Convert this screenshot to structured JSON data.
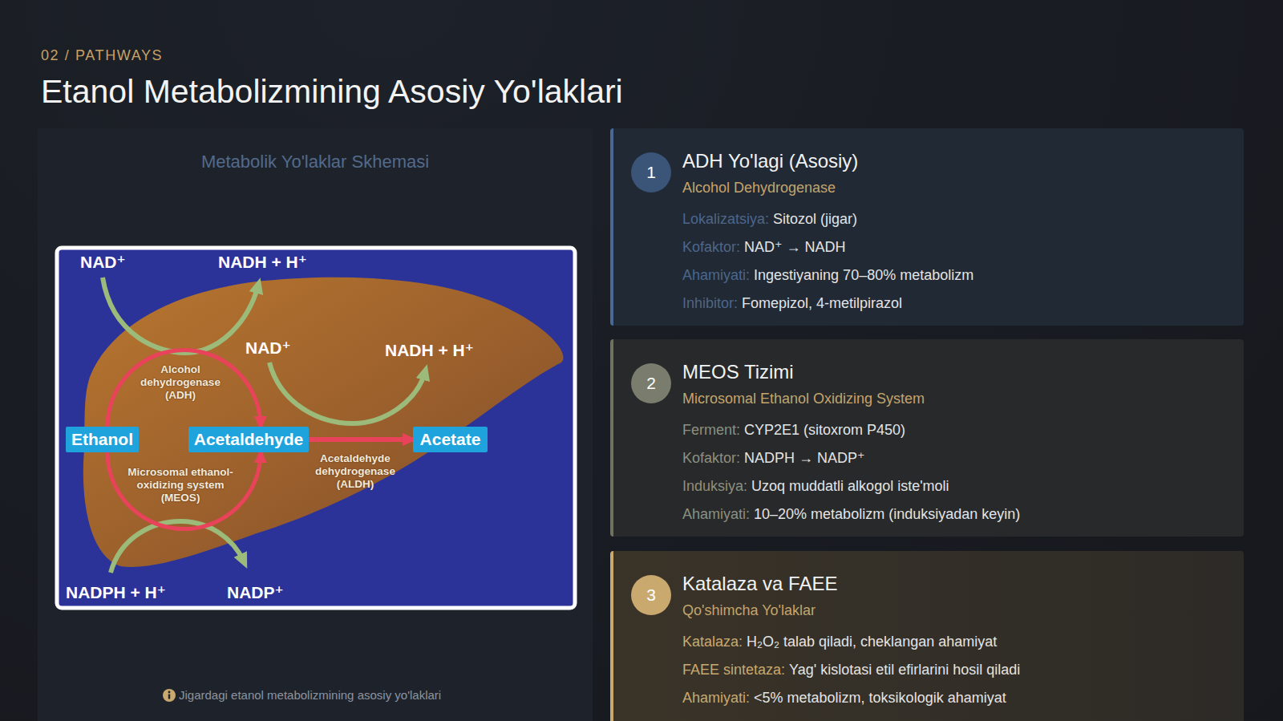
{
  "diagram": {
    "title": "Etanol Metabolizmining Asosiy Yo'laklari",
    "caption": "Jigardagi etanol metabolizmining asosiy yo'laklari",
    "nodes": [
      {
        "text": [
          "Metabolik Yo'laklar Skhemasi"
        ]
      },
      {
        "text": [
          "Ethanol"
        ],
        "in": 0
      },
      {
        "text": [
          "Acetaldehyde"
        ],
        "in": 0
      },
      {
        "text": [
          "Acetate"
        ],
        "in": 0
      },
      {
        "text": [
          "ADH Yo'lagi (Asosiy)",
          "Alcohol Dehydrogenase",
          "Lokalizatsiya:",
          "Sitozol (jigar)",
          "Kofaktor:",
          "NAD⁺ → NADH",
          "Ahamiyati:",
          "Ingestiyaning 70–80% metabolizm",
          "Inhibitor:",
          "Fomepizol, 4-metilpirazol"
        ]
      },
      {
        "text": [
          "1"
        ],
        "in": 4
      },
      {
        "text": [
          "MEOS Tizimi",
          "Microsomal Ethanol Oxidizing System",
          "Ferment:",
          "CYP2E1 (sitoxrom P450)",
          "Kofaktor:",
          "NADPH → NADP⁺",
          "Induksiya:",
          "Uzoq muddatli alkogol iste'moli",
          "Ahamiyati:",
          "10–20% metabolizm (induksiyadan keyin)"
        ]
      },
      {
        "text": [
          "2"
        ],
        "in": 6
      },
      {
        "text": [
          "Katalaza va FAEE",
          "Qo'shimcha Yo'laklar",
          "Katalaza:",
          "H₂O₂ talab qiladi, cheklangan ahamiyat",
          "FAEE sintetaza:",
          "Yag' kislotasi etil efirlarini hosil qiladi",
          "Ahamiyati:",
          "<5% metabolizm, toksikologik ahamiyat"
        ]
      },
      {
        "text": [
          "3"
        ],
        "in": 8
      }
    ],
    "edges": [
      {
        "from": 1,
        "to": 2,
        "label": "Alcohol dehydrogenase (ADH)",
        "arrow": "to"
      },
      {
        "from": 1,
        "to": 2,
        "label": "Microsomal ethanol-oxidizing system (MEOS)",
        "arrow": "to"
      },
      {
        "from": 2,
        "to": 3,
        "label": "Acetaldehyde dehydrogenase (ALDH)",
        "arrow": "to"
      }
    ],
    "labels": [
      "02 / PATHWAYS",
      "NAD⁺",
      "NADH + H⁺",
      "NAD⁺",
      "NADH + H⁺",
      "NADPH + H⁺",
      "NADP⁺"
    ]
  }
}
